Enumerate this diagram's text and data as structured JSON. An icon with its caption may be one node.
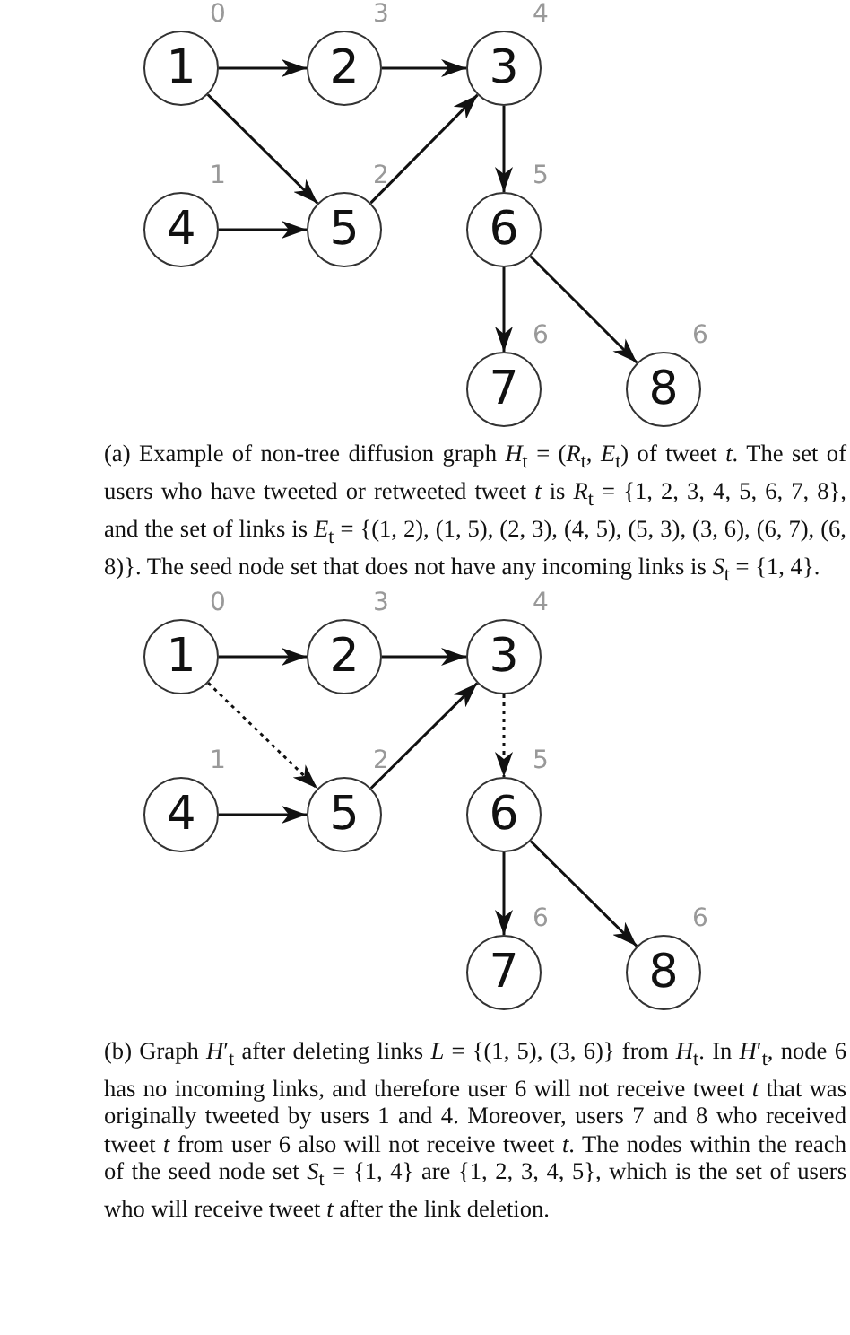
{
  "diagram": {
    "nodes": [
      {
        "text": [
          "1"
        ],
        "beside": [
          "0"
        ]
      },
      {
        "text": [
          "2"
        ],
        "beside": [
          "3"
        ]
      },
      {
        "text": [
          "3"
        ],
        "beside": [
          "4"
        ]
      },
      {
        "text": [
          "4"
        ],
        "beside": [
          "1"
        ]
      },
      {
        "text": [
          "5"
        ],
        "beside": [
          "2"
        ]
      },
      {
        "text": [
          "6"
        ],
        "beside": [
          "5"
        ]
      },
      {
        "text": [
          "7"
        ],
        "beside": [
          "6"
        ]
      },
      {
        "text": [
          "8"
        ],
        "beside": [
          "6"
        ]
      },
      {
        "text": [
          "1"
        ],
        "beside": [
          "0"
        ]
      },
      {
        "text": [
          "2"
        ],
        "beside": [
          "3"
        ]
      },
      {
        "text": [
          "3"
        ],
        "beside": [
          "4"
        ]
      },
      {
        "text": [
          "4"
        ],
        "beside": [
          "1"
        ]
      },
      {
        "text": [
          "5"
        ],
        "beside": [
          "2"
        ]
      },
      {
        "text": [
          "6"
        ],
        "beside": [
          "5"
        ]
      },
      {
        "text": [
          "7"
        ],
        "beside": [
          "6"
        ]
      },
      {
        "text": [
          "8"
        ],
        "beside": [
          "6"
        ]
      }
    ],
    "edges": [
      {
        "from": 0,
        "to": 1,
        "arrow": "to"
      },
      {
        "from": 0,
        "to": 4,
        "arrow": "to"
      },
      {
        "from": 1,
        "to": 2,
        "arrow": "to"
      },
      {
        "from": 3,
        "to": 4,
        "arrow": "to"
      },
      {
        "from": 4,
        "to": 2,
        "arrow": "to"
      },
      {
        "from": 2,
        "to": 5,
        "arrow": "to"
      },
      {
        "from": 5,
        "to": 6,
        "arrow": "to"
      },
      {
        "from": 5,
        "to": 7,
        "arrow": "to"
      },
      {
        "from": 8,
        "to": 9,
        "arrow": "to"
      },
      {
        "from": 8,
        "to": 12,
        "arrow": "to",
        "style": "dashed"
      },
      {
        "from": 9,
        "to": 10,
        "arrow": "to"
      },
      {
        "from": 11,
        "to": 12,
        "arrow": "to"
      },
      {
        "from": 12,
        "to": 10,
        "arrow": "to"
      },
      {
        "from": 10,
        "to": 13,
        "arrow": "to",
        "style": "dashed"
      },
      {
        "from": 13,
        "to": 14,
        "arrow": "to"
      },
      {
        "from": 13,
        "to": 15,
        "arrow": "to"
      }
    ],
    "labels": [
      "(a) Example of non-tree diffusion graph *H*$_{t}$ = (*R*$_{t}$, *E*$_{t}$) of tweet *t*. The set of users who have tweeted or retweeted tweet *t* is *R*$_{t}$ = {1, 2, 3, 4, 5, 6, 7, 8}, and the set of links is *E*$_{t}$ = {(1, 2), (1, 5), (2, 3), (4, 5), (5, 3), (3, 6), (6, 7), (6, 8)}. The seed node set that does not have any incoming links is *S*$_{t}$ = {1, 4}.",
      "(b) Graph *H*′$_{t}$ after deleting links *L* = {(1, 5), (3, 6)} from *H*$_{t}$. In *H*′$_{t}$, node 6 has no incoming links, and therefore user 6 will not receive tweet *t* that was originally tweeted by users 1 and 4. Moreover, users 7 and 8 who received tweet *t* from user 6 also will not receive tweet *t*. The nodes within the reach of the seed node set *S*$_{t}$ = {1, 4} are {1, 2, 3, 4, 5}, which is the set of users who will receive tweet *t* after the link deletion."
    ]
  }
}
